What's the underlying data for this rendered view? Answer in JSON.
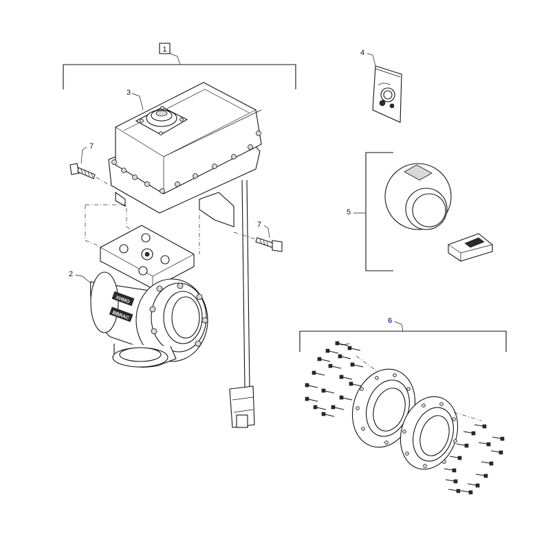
{
  "callouts": {
    "c1": "1",
    "c2": "2",
    "c3": "3",
    "c4": "4",
    "c5": "5",
    "c6": "6",
    "c7a": "7",
    "c7b": "7"
  },
  "labels": {
    "badge_left": "XHMO",
    "badge_left2": "BBRAC"
  },
  "colors": {
    "callout_highlight": "#3348b8",
    "line": "#111111"
  }
}
